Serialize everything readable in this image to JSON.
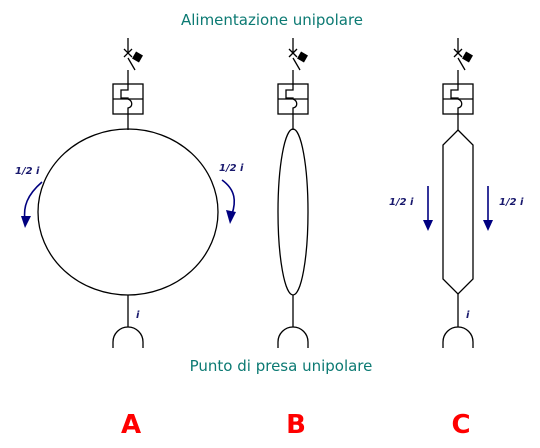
{
  "header": {
    "title": "Alimentazione unipolare"
  },
  "footer": {
    "title": "Punto di presa unipolare"
  },
  "variants": [
    {
      "letter": "A",
      "half_current_label": "1/2 i",
      "current_label": "i"
    },
    {
      "letter": "B"
    },
    {
      "letter": "C",
      "half_current_label": "1/2 i",
      "current_label": "i"
    }
  ],
  "colors": {
    "title": "#0c7a73",
    "letters": "#ff0000",
    "arrows": "#000080",
    "current_labels": "#1a1a6e",
    "lines": "#000000"
  }
}
